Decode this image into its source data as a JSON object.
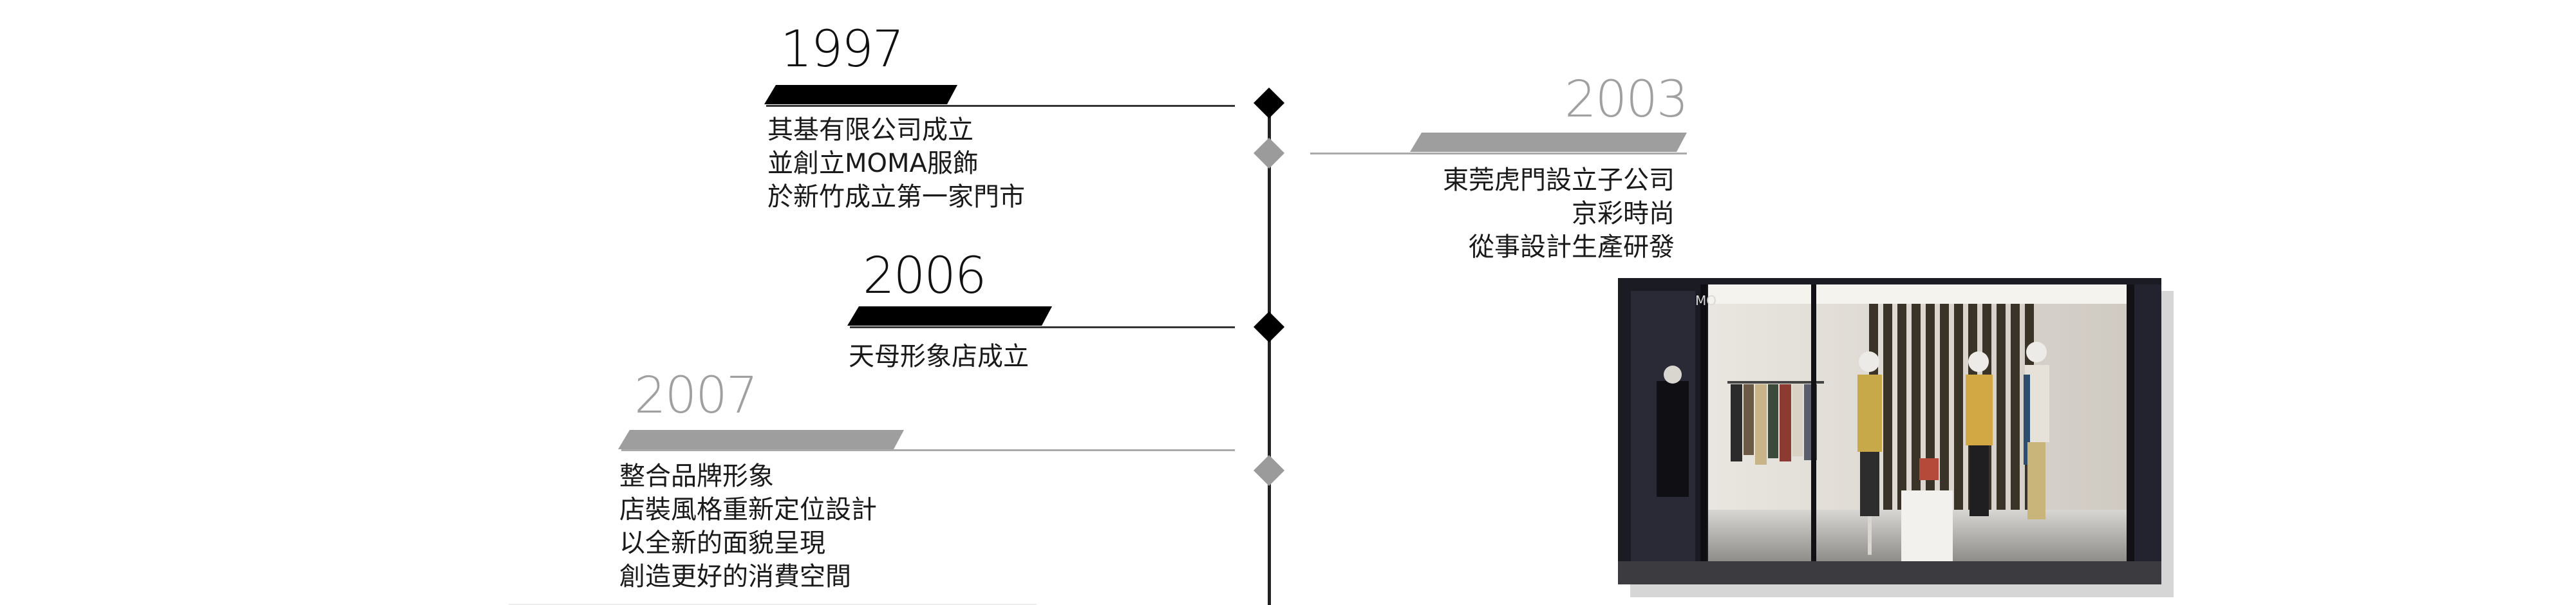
{
  "timeline": {
    "events": [
      {
        "id": "1997",
        "year": "1997",
        "side": "left",
        "lines": [
          "其基有限公司成立",
          "並創立MOMA服飾",
          "於新竹成立第一家門市"
        ]
      },
      {
        "id": "2003",
        "year": "2003",
        "side": "right",
        "lines": [
          "東莞虎門設立子公司",
          "京彩時尚",
          "從事設計生產研發"
        ]
      },
      {
        "id": "2006",
        "year": "2006",
        "side": "left",
        "lines": [
          "天母形象店成立"
        ]
      },
      {
        "id": "2007",
        "year": "2007",
        "side": "left",
        "lines": [
          "整合品牌形象",
          "店裝風格重新定位設計",
          "以全新的面貌呈現",
          "創造更好的消費空間"
        ]
      }
    ]
  },
  "photo": {
    "sign_text": "MO"
  },
  "colors": {
    "black_accent": "#000000",
    "gray_accent": "#9e9e9e",
    "line": "#333333"
  }
}
